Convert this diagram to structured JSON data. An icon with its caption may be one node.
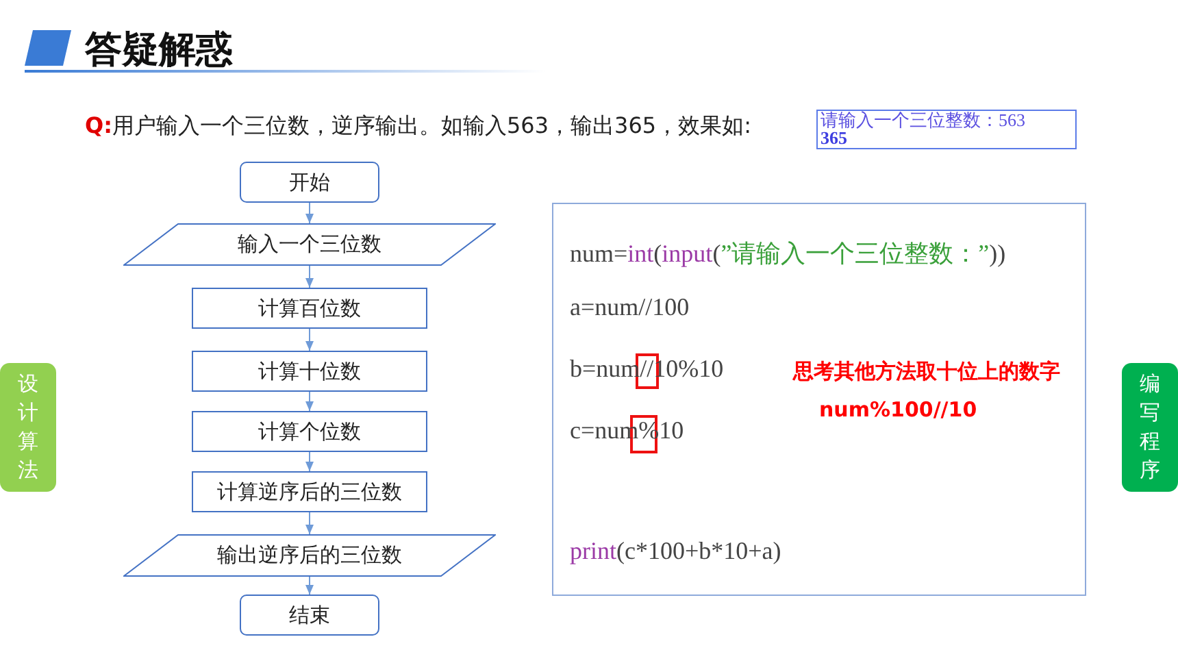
{
  "diagram": {
    "title": "答疑解惑",
    "nodes": [
      {
        "text": [
          "开始"
        ]
      },
      {
        "text": [
          "输入一个三位数"
        ]
      },
      {
        "text": [
          "计算百位数"
        ]
      },
      {
        "text": [
          "计算十位数"
        ]
      },
      {
        "text": [
          "计算个位数"
        ]
      },
      {
        "text": [
          "计算逆序后的三位数"
        ]
      },
      {
        "text": [
          "输出逆序后的三位数"
        ]
      },
      {
        "text": [
          "结束"
        ]
      },
      {
        "text": [
          "设计算法"
        ]
      },
      {
        "text": [
          "编写程序"
        ]
      },
      {
        "text": [
          "请输入一个三位整数：563",
          "365"
        ]
      },
      {
        "text": [
          "num=int(input(”请输入一个三位整数：”))",
          "a=num//100",
          "b=num//10%10",
          "c=num%10",
          "print(c*100+b*10+a)"
        ]
      }
    ],
    "edges": [
      {
        "from": 0,
        "to": 1,
        "arrow": "to"
      },
      {
        "from": 1,
        "to": 2,
        "arrow": "to"
      },
      {
        "from": 2,
        "to": 3,
        "arrow": "to"
      },
      {
        "from": 3,
        "to": 4,
        "arrow": "to"
      },
      {
        "from": 4,
        "to": 5,
        "arrow": "to"
      },
      {
        "from": 5,
        "to": 6,
        "arrow": "to"
      },
      {
        "from": 6,
        "to": 7,
        "arrow": "to"
      }
    ],
    "labels": [
      "Q:",
      "用户输入一个三位数，逆序输出。如输入563，输出365，效果如:",
      "思考其他方法取十位上的数字",
      "num%100//10"
    ]
  }
}
